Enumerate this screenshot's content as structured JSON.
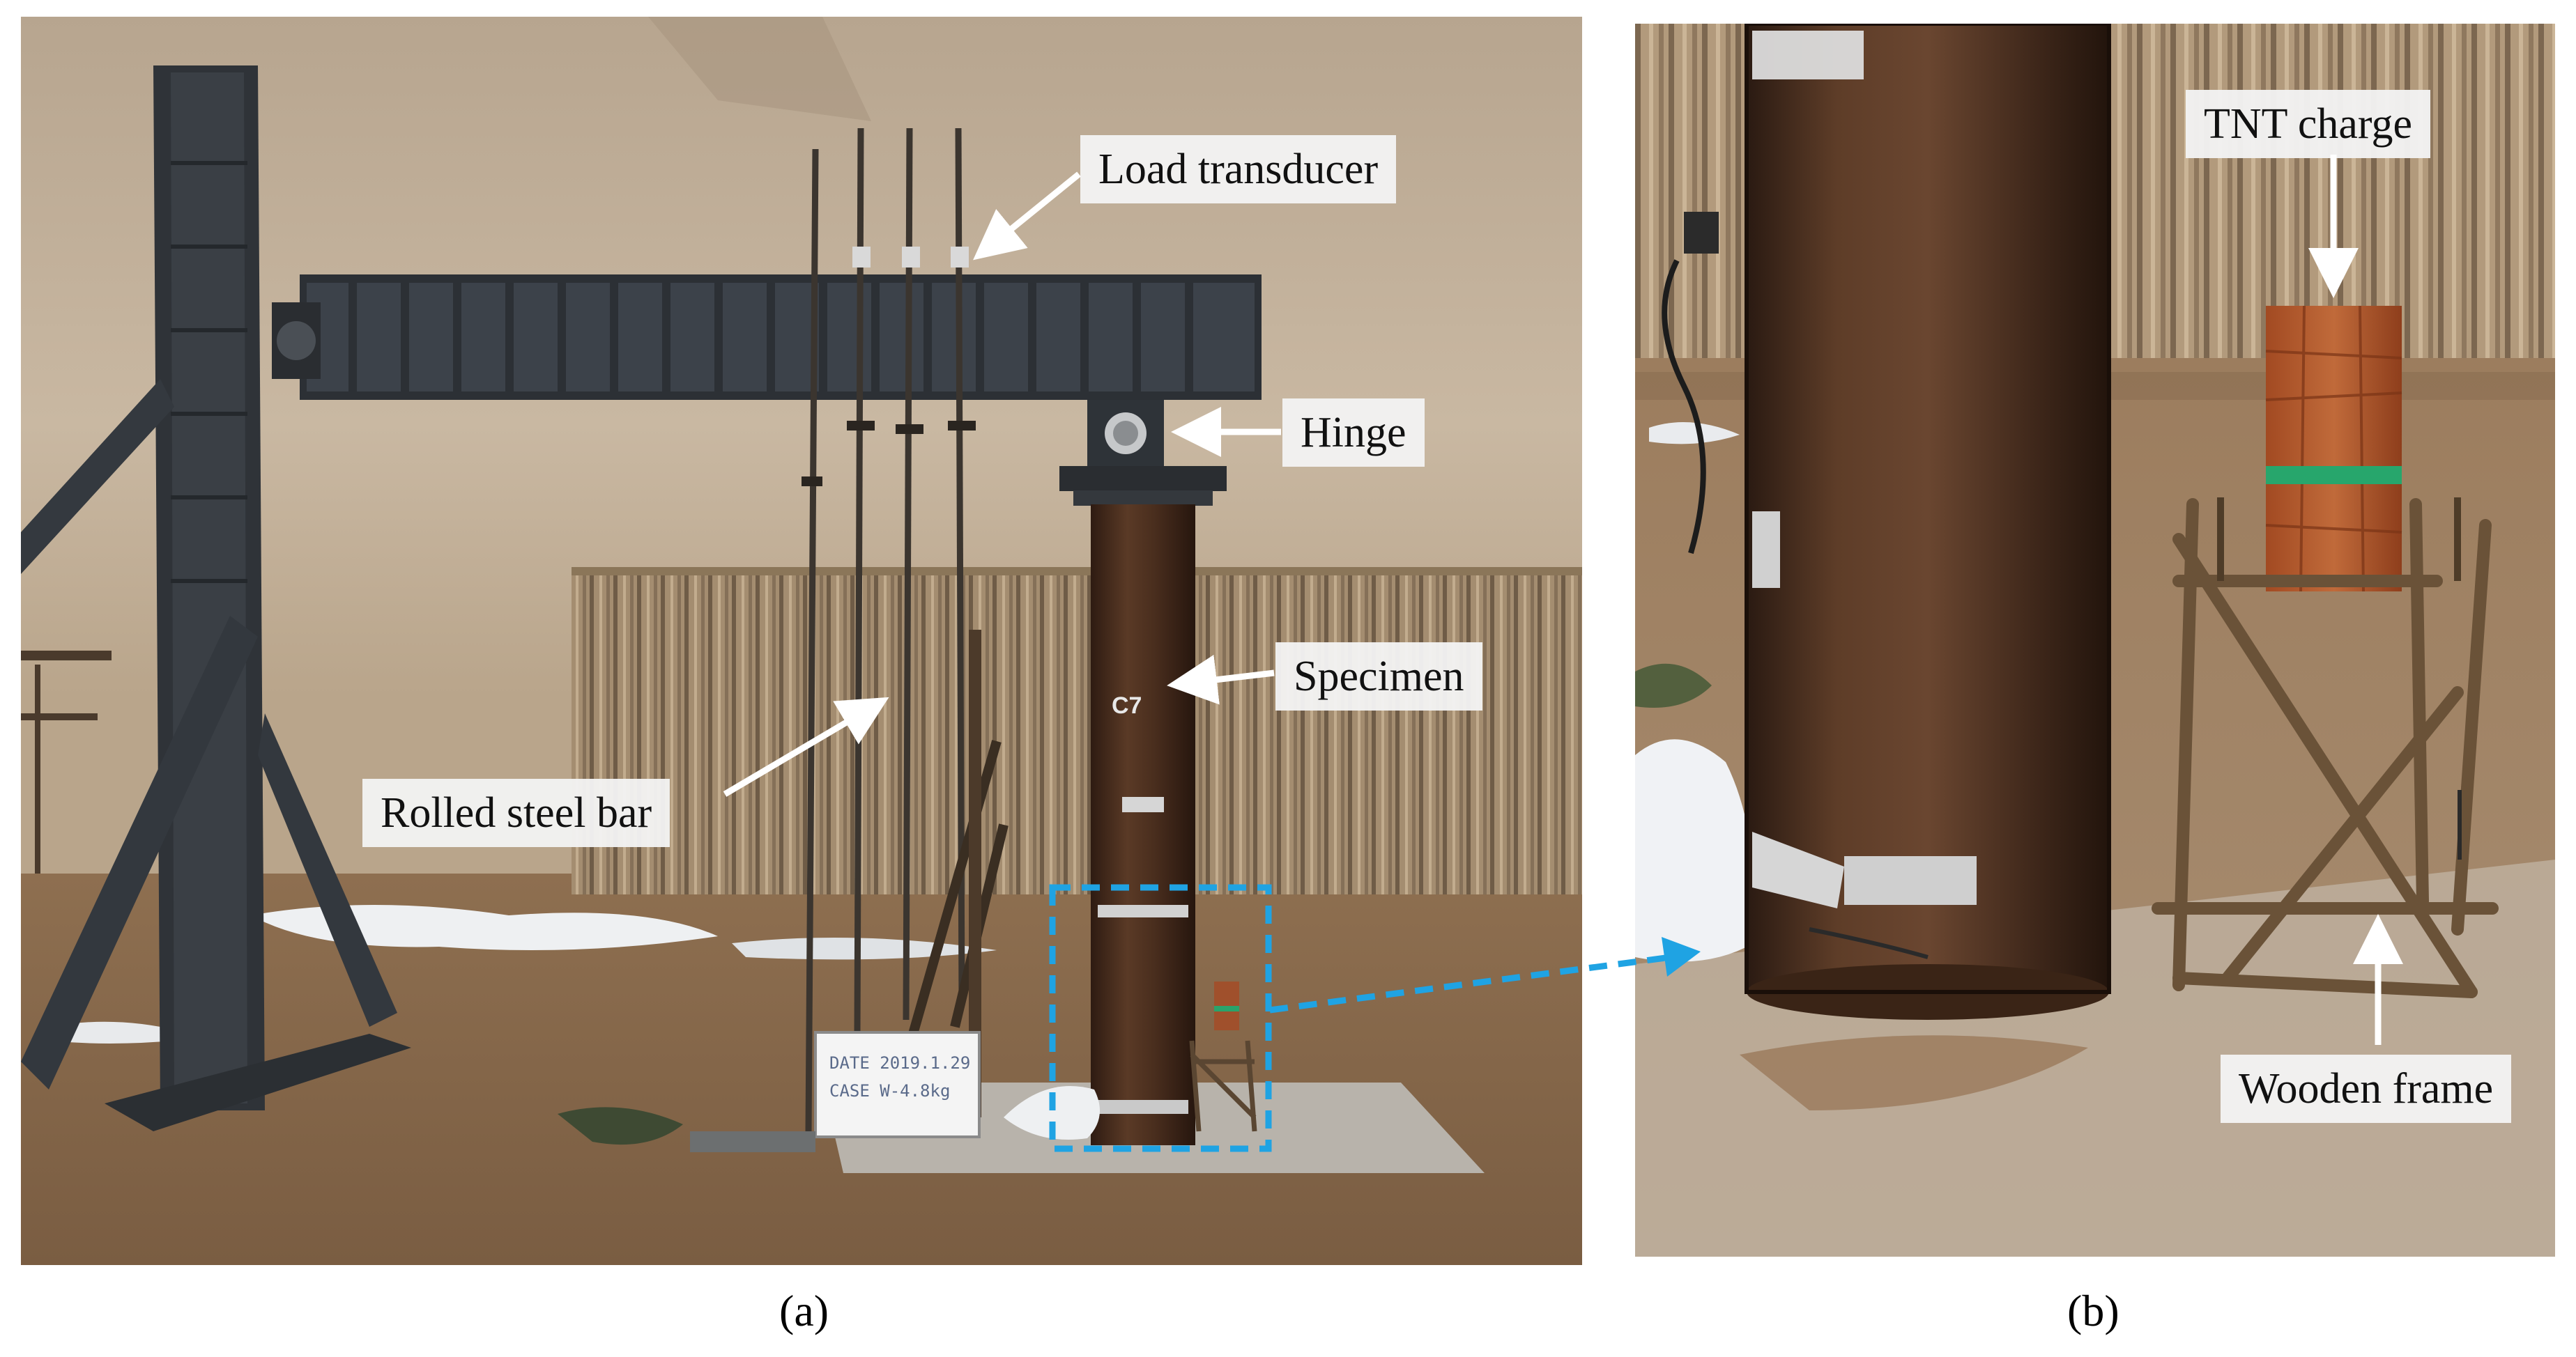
{
  "panel_a": {
    "labels": {
      "load_transducer": "Load transducer",
      "hinge": "Hinge",
      "specimen": "Specimen",
      "rolled_steel_bar": "Rolled steel bar"
    },
    "specimen_mark": "C7",
    "whiteboard": {
      "line1": "DATE 2019.1.29",
      "line2": "CASE W-4.8kg"
    },
    "caption": "(a)"
  },
  "panel_b": {
    "labels": {
      "tnt_charge": "TNT charge",
      "wooden_frame": "Wooden frame"
    },
    "caption": "(b)"
  },
  "colors": {
    "callout_box": "#f2f2f2",
    "arrow": "#ffffff",
    "detail_box": "#1fa3e3",
    "steel_column": "#4a2e1e",
    "steel_frame": "#2f3338"
  }
}
